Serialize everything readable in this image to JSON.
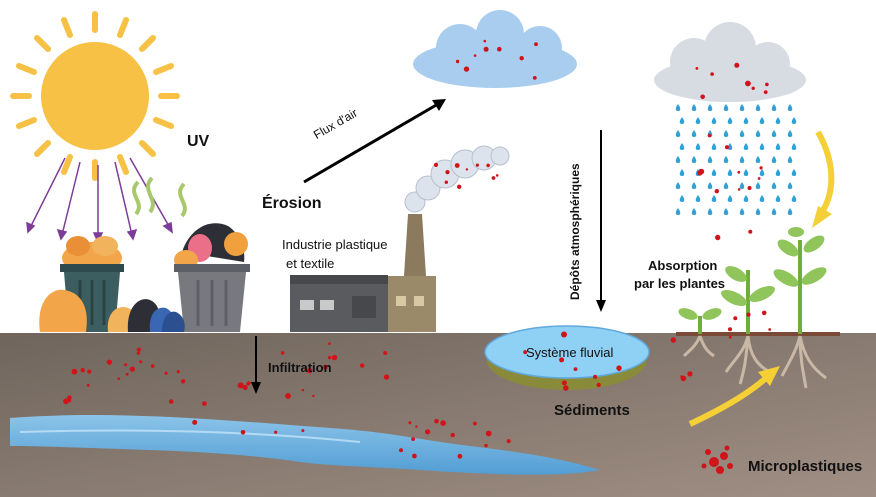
{
  "labels": {
    "uv": "UV",
    "erosion": "Érosion",
    "air_flow": "Flux d'air",
    "industry_line1": "Industrie plastique",
    "industry_line2": "et textile",
    "atmospheric_deposits": "Dépôts atmosphériques",
    "plant_absorption_line1": "Absorption",
    "plant_absorption_line2": "par les plantes",
    "infiltration": "Infiltration",
    "river_system": "Système fluvial",
    "sediments": "Sédiments",
    "microplastics": "Microplastiques"
  },
  "colors": {
    "ground": "#7a6e64",
    "water": "#6fb3e4",
    "cloud": "#a9cdee",
    "sun": "#f6c144",
    "particle": "#d0141a",
    "arrow_yellow": "#f4cf35",
    "ray": "#7d3c98"
  }
}
